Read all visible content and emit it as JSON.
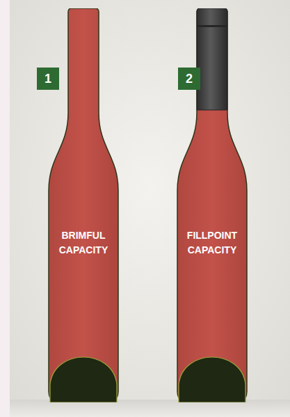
{
  "diagram": {
    "nodes": [
      {
        "text": [
          "1"
        ]
      },
      {
        "text": [
          "BRIMFUL CAPACITY"
        ]
      },
      {
        "text": [
          "2"
        ]
      },
      {
        "text": [
          "FILLPOINT CAPACITY"
        ]
      }
    ]
  }
}
